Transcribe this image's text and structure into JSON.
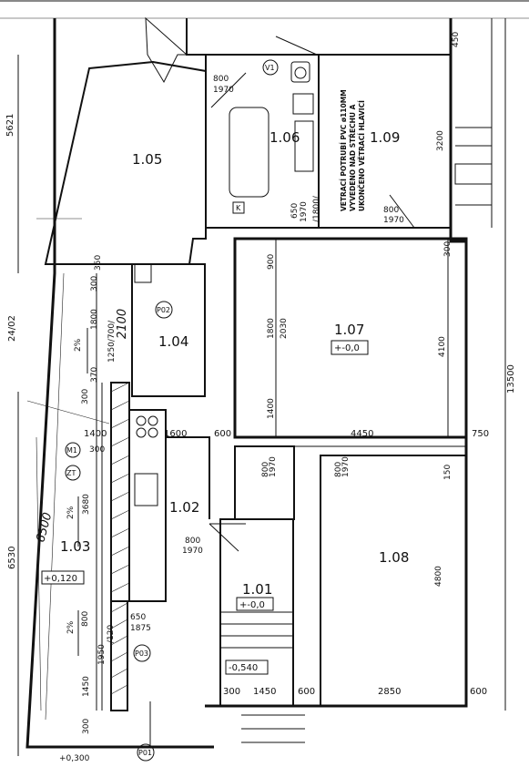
{
  "rooms": {
    "r105": "1.05",
    "r106": "1.06",
    "r109": "1.09",
    "r107": "1.07",
    "r104": "1.04",
    "r102": "1.02",
    "r103": "1.03",
    "r108": "1.08",
    "r101": "1.01"
  },
  "levels": {
    "l107": "+-0,0",
    "l101": "+-0,0",
    "l_entry": "-0,540",
    "l_terrace": "+0,120",
    "l_outside": "+0,300"
  },
  "labels": {
    "p01": "P01",
    "p02": "P02",
    "p03": "P03",
    "v1": "V1",
    "m1": "M1",
    "zt": "ZT",
    "k": "K",
    "slope": "2%"
  },
  "note": {
    "line1": "VETRACÍ POTRUBÍ PVC ø110MM",
    "line2": "VYVEDENO NAD STŘECHU A",
    "line3": "UKONČENO VĚTRACÍ HLAVICÍ"
  },
  "dims": {
    "d5621": "5621",
    "d2402": "24/02",
    "d6530": "6530",
    "d6500": "6500",
    "d13500": "13500",
    "d450": "450",
    "d3200": "3200",
    "d800_1970_top": "800",
    "d1970_top": "1970",
    "d650": "650",
    "d1970_106": "1970",
    "d1800_106": "/1800/",
    "d800_109": "800",
    "d1970_109": "1970",
    "d900": "900",
    "d1800": "1800",
    "d2030": "2030",
    "d1400_107": "1400",
    "d4100": "4100",
    "d300_107": "300",
    "d600_107": "600",
    "d4450": "4450",
    "d750": "750",
    "d350": "350",
    "d300_104": "300",
    "d1800_104": "1800",
    "d1250": "1250/700/",
    "d2100": "2100",
    "d370": "370",
    "d300_104b": "300",
    "d1400_102": "1400",
    "d1600": "1600",
    "d300_102": "300",
    "d3680": "3680",
    "d800_102": "800",
    "d1970_102": "1970",
    "d800_a": "800",
    "d1970_a": "1970",
    "d800_b": "800",
    "d1970_b": "1970",
    "d150": "150",
    "d4800": "4800",
    "d800_103": "800",
    "d650_103": "650",
    "d1875": "1875",
    "d1950": "1950",
    "d120": "/120",
    "d1450_103": "1450",
    "d300_103": "300",
    "d300_101": "300",
    "d1450_101": "1450",
    "d600_101": "600",
    "d2850": "2850",
    "d600_108": "600"
  }
}
